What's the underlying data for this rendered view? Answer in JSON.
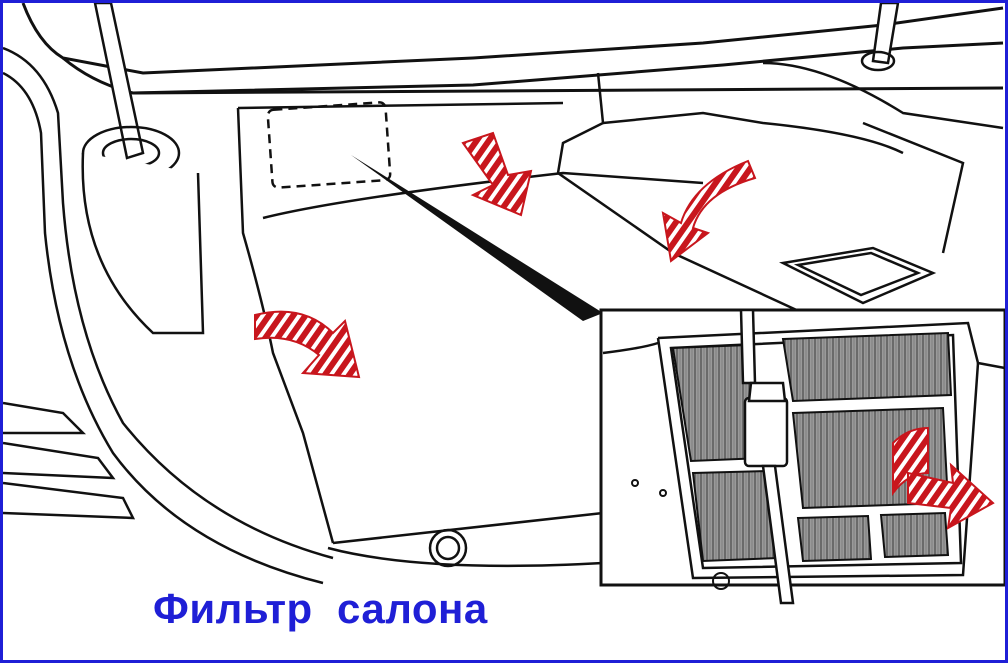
{
  "caption": {
    "text": "Фильтр  салона"
  },
  "colors": {
    "frame_border": "#1f1fd6",
    "caption": "#1f1fd6",
    "arrow_fill": "#c8161d",
    "line_art": "#111111",
    "filter_media": "#8a8a8a"
  },
  "icons": {
    "arrow": "red-striped-curved-arrow",
    "callout": "black-callout-wedge",
    "location_marker": "dashed-rectangle"
  }
}
